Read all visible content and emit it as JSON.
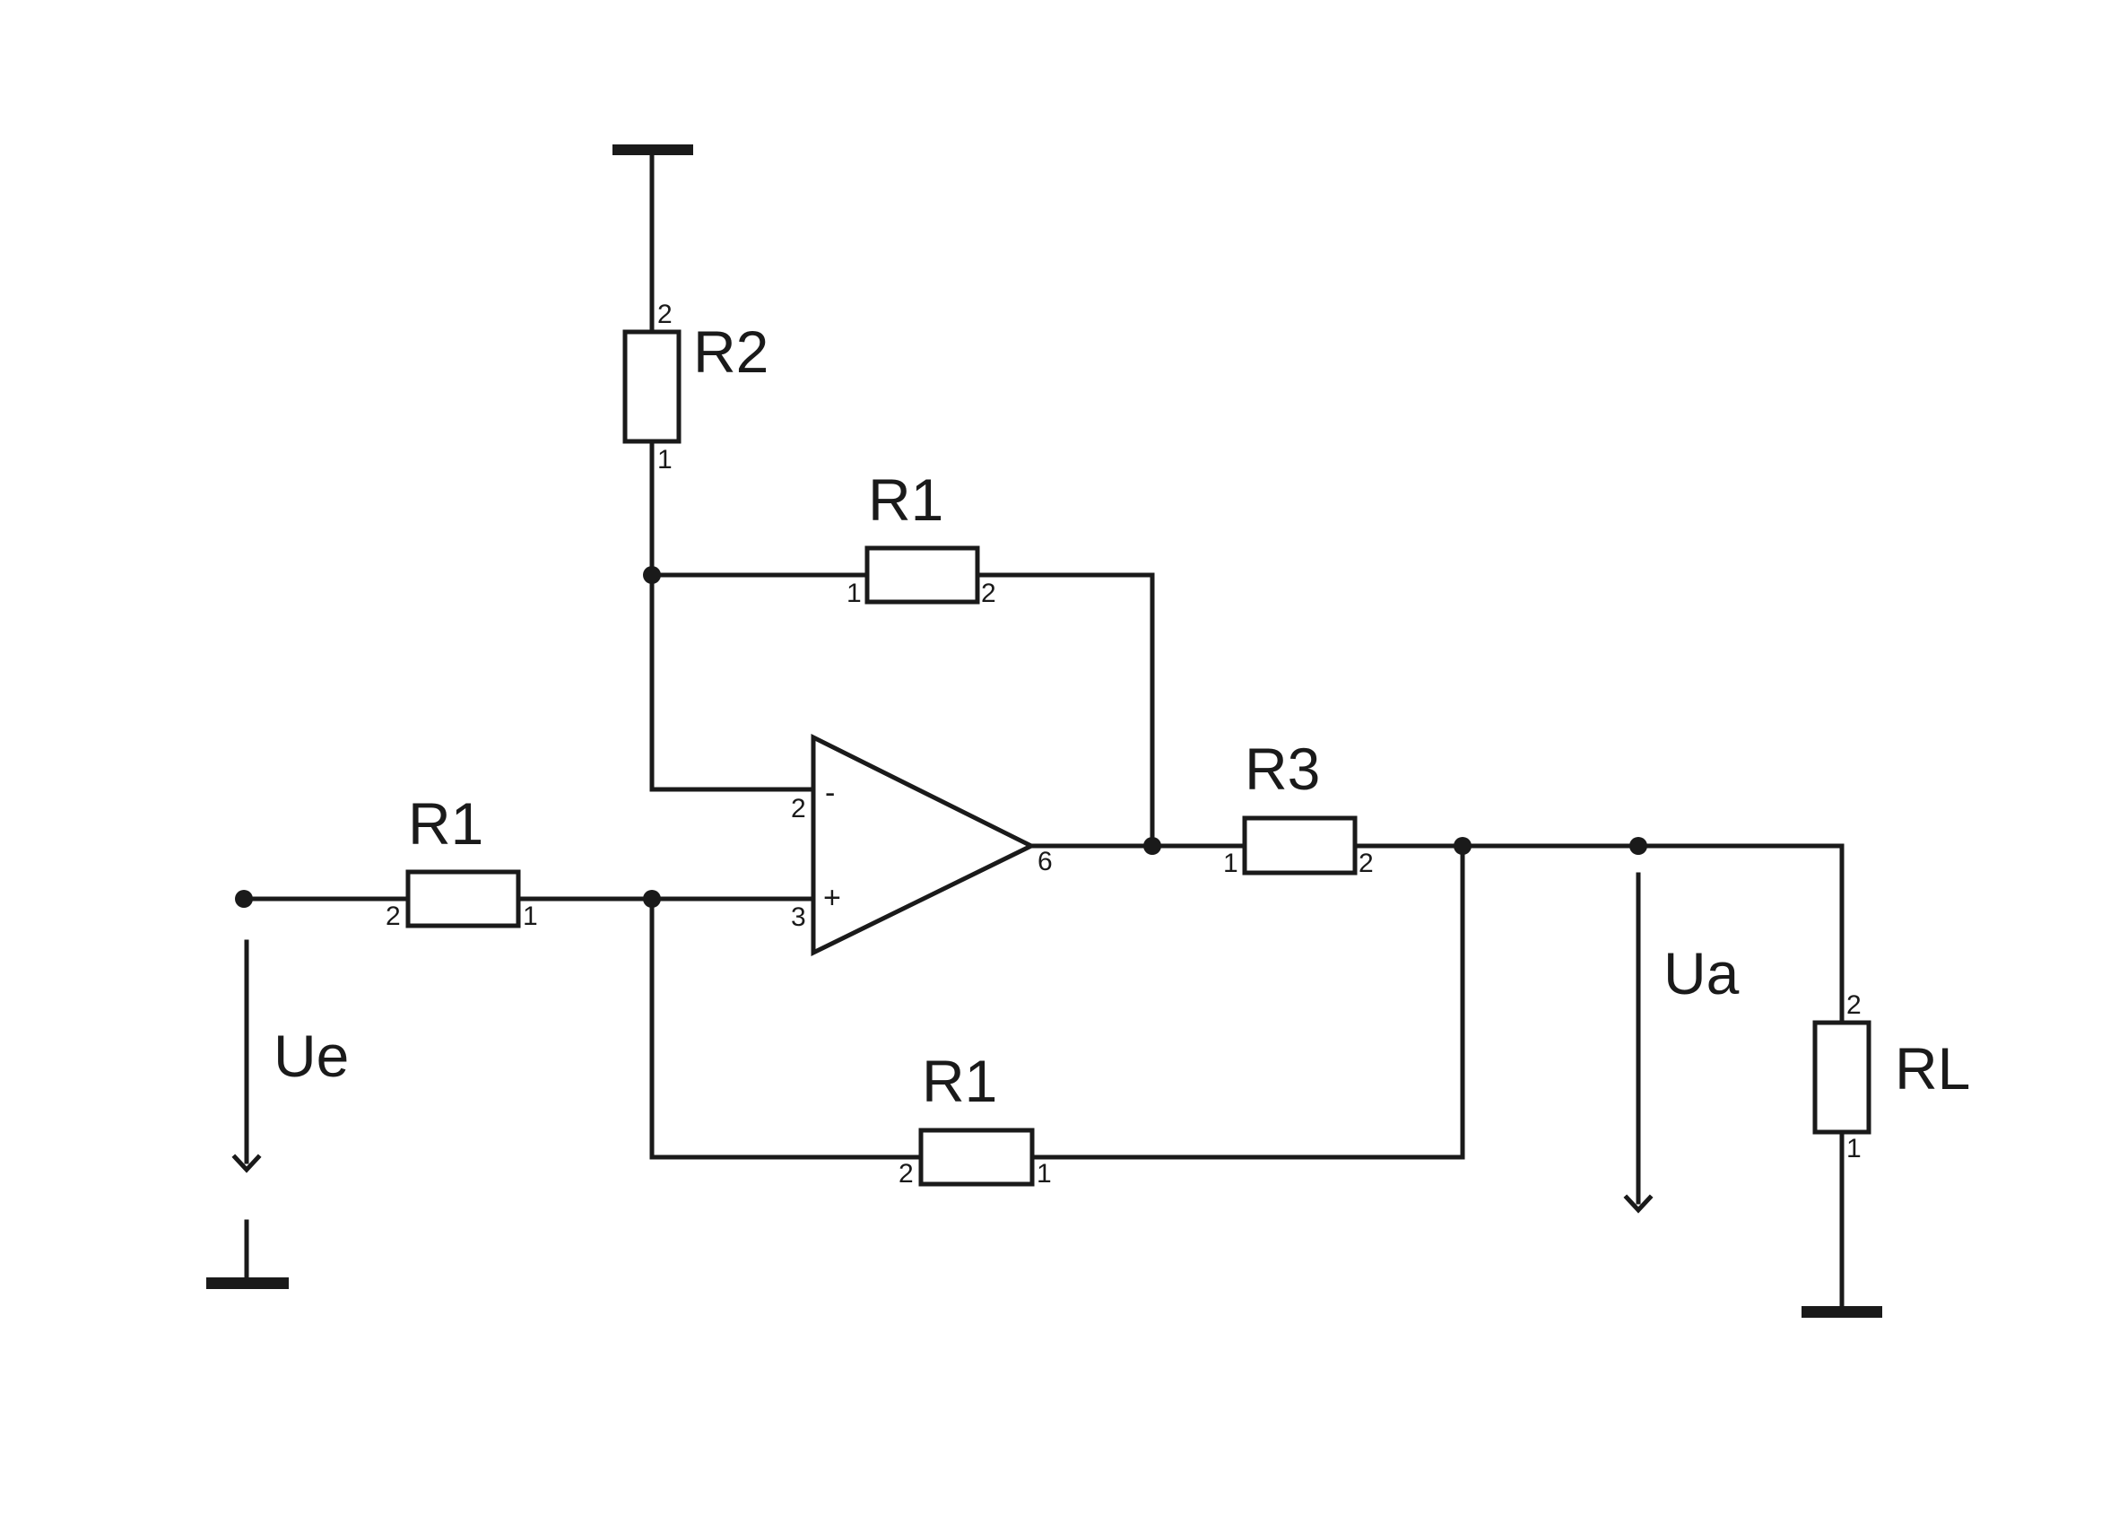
{
  "diagram": {
    "components": {
      "r2_top": {
        "label": "R2",
        "pin_top": "2",
        "pin_bottom": "1"
      },
      "r1_feedback": {
        "label": "R1",
        "pin_left": "1",
        "pin_right": "2"
      },
      "r1_input": {
        "label": "R1",
        "pin_left": "2",
        "pin_right": "1"
      },
      "r1_bottom": {
        "label": "R1",
        "pin_left": "2",
        "pin_right": "1"
      },
      "r3_output": {
        "label": "R3",
        "pin_left": "1",
        "pin_right": "2"
      },
      "rl_load": {
        "label": "RL",
        "pin_top": "2",
        "pin_bottom": "1"
      }
    },
    "opamp": {
      "inverting_sign": "-",
      "noninverting_sign": "+",
      "pin_inverting": "2",
      "pin_noninverting": "3",
      "pin_output": "6"
    },
    "voltages": {
      "input": "Ue",
      "output": "Ua"
    }
  }
}
